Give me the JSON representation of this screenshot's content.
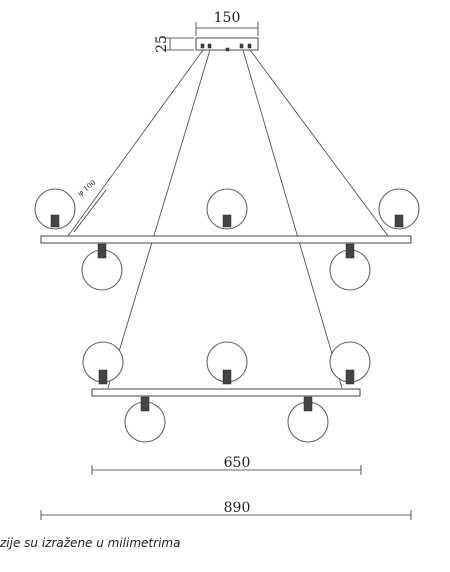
{
  "dimensions": {
    "canopy_width": "150",
    "canopy_height": "25",
    "lower_ring_width": "650",
    "upper_ring_width": "890",
    "globe_diameter": "φ 100"
  },
  "caption": "zije su izražene u milimetrima"
}
